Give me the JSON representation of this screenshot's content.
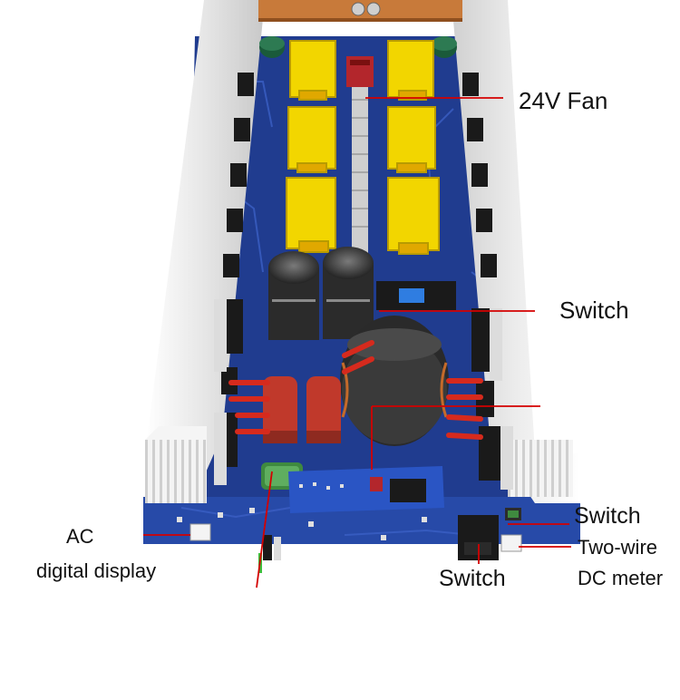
{
  "labels": {
    "fan": "24V Fan",
    "switch_upper": "Switch",
    "switch_right": "Switch",
    "switch_bottom": "Switch",
    "two_wire": "Two-wire",
    "dc_meter": "DC meter",
    "ac": "AC",
    "ac_display": "digital display"
  },
  "colors": {
    "pcb": "#1f3a8a",
    "heatsink": "#e9e9e9",
    "transformer": "#f2d600",
    "copper": "#c87a3a",
    "leader_line": "#d40000",
    "capacitor": "#2b2b2b"
  }
}
